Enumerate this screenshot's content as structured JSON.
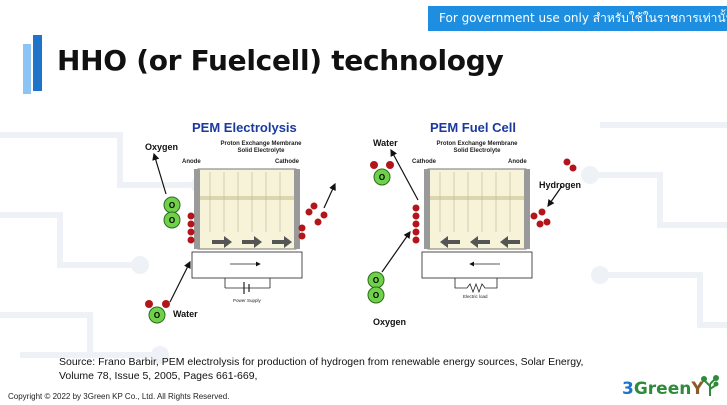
{
  "banner": {
    "text": "For government use only สำหรับใช้ในราชการเท่านั้น"
  },
  "slide_title": "HHO (or Fuelcell) technology",
  "left_panel": {
    "title": "PEM Electrolysis",
    "membrane_line1": "Proton Exchange Membrane",
    "membrane_line2": "Solid Electrolyte",
    "anode": "Anode",
    "cathode": "Cathode",
    "oxygen": "Oxygen",
    "water": "Water",
    "power_supply": "Power Supply"
  },
  "right_panel": {
    "title": "PEM Fuel Cell",
    "membrane_line1": "Proton Exchange Membrane",
    "membrane_line2": "Solid Electrolyte",
    "cathode": "Cathode",
    "anode": "Anode",
    "water": "Water",
    "hydrogen": "Hydrogen",
    "oxygen": "Oxygen",
    "electric_load": "Electric load"
  },
  "source": "Source: Frano Barbir, PEM electrolysis for production of hydrogen from renewable energy sources, Solar Energy, Volume 78, Issue 5, 2005, Pages 661-669,",
  "copyright": "Copyright © 2022 by 3Green KP Co., Ltd. All Rights Reserved.",
  "logo": {
    "part1": "3",
    "part2": "Green",
    "part3": "Y"
  },
  "colors": {
    "banner_bg": "#1d8ee0",
    "title_accent_dark": "#1f73c9",
    "title_accent_light": "#8cc5f5",
    "panel_title": "#1a3aa0",
    "oxygen_molecule": "#6fd14a",
    "hydrogen_molecule": "#b3161a"
  }
}
